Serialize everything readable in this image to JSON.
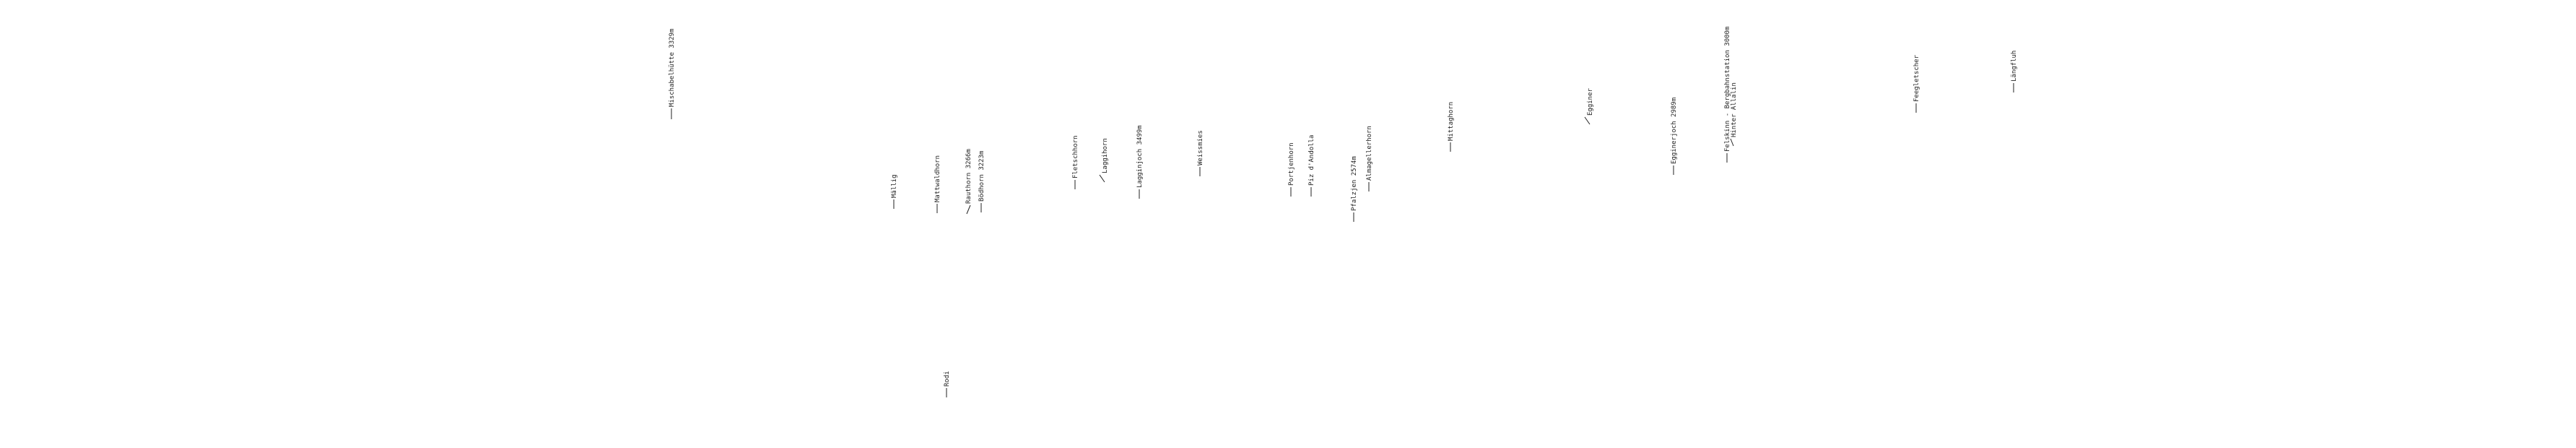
{
  "labels": [
    {
      "id": "mischabelhuette",
      "text": "Mischabelhütte 3329m"
    },
    {
      "id": "mallig",
      "text": "Mällig"
    },
    {
      "id": "mattwaldhorn",
      "text": "Mattwaldhorn"
    },
    {
      "id": "rauthorn",
      "text": "Rauthorn 3266m"
    },
    {
      "id": "bodhorn",
      "text": "Bödhorn 3223m"
    },
    {
      "id": "rodi",
      "text": "Rodi"
    },
    {
      "id": "fletschhorn",
      "text": "Fletschhorn"
    },
    {
      "id": "laggihorn",
      "text": "Laggihorn"
    },
    {
      "id": "lagginjoch",
      "text": "Lagginjoch 3499m"
    },
    {
      "id": "weissmies",
      "text": "Weissmies"
    },
    {
      "id": "portjenhorn",
      "text": "Portjenhorn"
    },
    {
      "id": "pizdandolla",
      "text": "Piz d'Andolla"
    },
    {
      "id": "pfalzjen",
      "text": "Pfalzjen 2574m"
    },
    {
      "id": "almagellerhorn",
      "text": "Almagellerhorn"
    },
    {
      "id": "mittaghorn",
      "text": "Mittaghorn"
    },
    {
      "id": "egginer",
      "text": "Egginer"
    },
    {
      "id": "egginerjoch",
      "text": "Egginerjoch 2989m"
    },
    {
      "id": "felskinn",
      "text": "Felskinn - Bergbahnstation 3000m"
    },
    {
      "id": "hinterallalin",
      "text": "Hinter Allalin"
    },
    {
      "id": "feegletscher",
      "text": "Feegletscher"
    },
    {
      "id": "langfluh",
      "text": "Längfluh"
    }
  ]
}
